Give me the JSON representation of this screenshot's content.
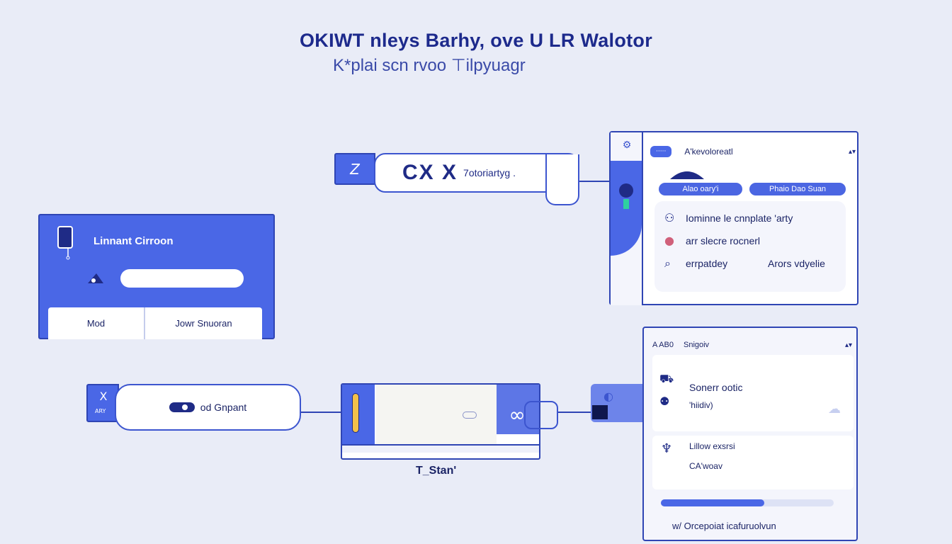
{
  "header": {
    "title": "OKIWT nleys Barhy, ove U LR Walotor",
    "subtitle": "K*plai scn rvoo ⊤ilpyuagr"
  },
  "left_card": {
    "title": "Linnant Cirroon",
    "input_value": "",
    "tab_left": "Mod",
    "tab_right": "Jowr Snuoran"
  },
  "top_node": {
    "badge": "Z",
    "label_big": "CX X",
    "label_small": "7otoriartyg ."
  },
  "top_panel": {
    "tag": "·····",
    "header_text": "A'kevoloreatl",
    "carets": "▴▾",
    "button_left": "Alao oary'i",
    "button_right": "Phaio Dao Suan",
    "items": [
      {
        "icon": "user-icon",
        "text": "Iominne le cnnplate 'arty"
      },
      {
        "icon": "record-icon",
        "text": "arr slecre rocnerl"
      },
      {
        "icon": "search-icon",
        "text": "errpatdey"
      }
    ],
    "side_note": "Arors vdyelie"
  },
  "bottom_pill": {
    "badge_top": "X",
    "badge_bottom": "ARY",
    "text": "od Gnpant"
  },
  "middle_block": {
    "caption": "T_Stan'"
  },
  "bottom_panel": {
    "header_tag": "A AB0",
    "header_text": "Snigoiv",
    "carets": "▴▾",
    "section1_line1": "Sonerr ootic",
    "section1_line2": "'hiidiv)",
    "section2_line1": "Lillow exsrsi",
    "section2_line2": "CA'woav",
    "progress": 0.6,
    "footer": "w/ Orcepoiat icafuruolvun"
  },
  "colors": {
    "accent": "#4a67e6",
    "dark": "#1f2b86",
    "background": "#e9ecf7",
    "highlight": "#f2c04a"
  }
}
